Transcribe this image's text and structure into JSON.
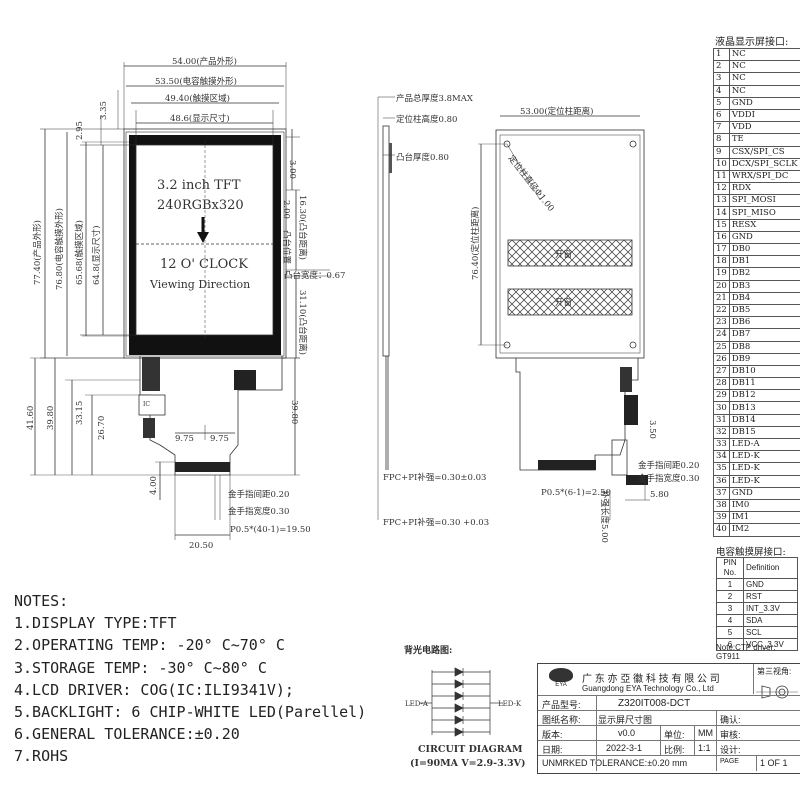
{
  "front_view": {
    "dim_width_outline": "54.00(产品外形)",
    "dim_width_touch_outline": "53.50(电容触摸外形)",
    "dim_width_touch_area": "49.40(触摸区域)",
    "dim_width_display": "48.6(显示尺寸)",
    "dim_left_335": "3.35",
    "dim_left_295": "2.95",
    "dim_height_outline": "77.40(产品外形)",
    "dim_height_touch_outline": "76.80(电容触摸外形)",
    "dim_height_touch_area": "65.68(触摸区域)",
    "dim_height_display": "64.8(显示尺寸)",
    "dim_right_300": "3.00",
    "dim_right_bump_2": "2.00",
    "dim_right_1630": "16.30(凸台距离)",
    "dim_right_bump_pos": "凸台位置",
    "dim_right_bump_width": "凸台宽度：0.67",
    "dim_right_3110": "31.10(凸台距离)",
    "panel_line1": "3.2 inch TFT",
    "panel_line2": "240RGBx320",
    "panel_line3": "12 O' CLOCK",
    "panel_line4": "Viewing Direction",
    "dim_4160": "41.60",
    "dim_3980_left": "39.80",
    "dim_3315": "33.15",
    "dim_2670": "26.70",
    "dim_975a": "9.75",
    "dim_975b": "9.75",
    "dim_3980_right": "39.80",
    "dim_400": "4.00",
    "dim_finger_pitch": "金手指间距0.20",
    "dim_finger_width": "金手指宽度0.30",
    "dim_pitch_total": "P0.5*(40-1)=19.50",
    "dim_2050": "20.50",
    "ic_label": "IC"
  },
  "side_view": {
    "total_thickness": "产品总厚度3.8MAX",
    "post_height": "定位柱高度0.80",
    "bump_thickness": "凸台厚度0.80",
    "fpc_stiff_1": "FPC+PI补强=0.30±0.03",
    "fpc_stiff_2": "FPC+PI补强=0.30 +0.03"
  },
  "back_view": {
    "dim_post_distance": "53.00(定位柱距离)",
    "dim_post_diameter": "定位柱直径Φ1.00",
    "dim_post_height": "76.40(定位柱距离)",
    "open_window_1": "开窗",
    "open_window_2": "开窗",
    "dim_350": "3.50",
    "dim_finger_pitch": "金手指间距0.20",
    "dim_finger_width": "金手指宽度0.30",
    "dim_pitch": "P0.5*(6-1)=2.50",
    "dim_580": "5.80",
    "dim_stiff_len": "补强长度5.00"
  },
  "lcd_pins": {
    "title": "液晶显示屏接口:",
    "pins": [
      {
        "n": "1",
        "name": "NC"
      },
      {
        "n": "2",
        "name": "NC"
      },
      {
        "n": "3",
        "name": "NC"
      },
      {
        "n": "4",
        "name": "NC"
      },
      {
        "n": "5",
        "name": "GND"
      },
      {
        "n": "6",
        "name": "VDDI"
      },
      {
        "n": "7",
        "name": "VDD"
      },
      {
        "n": "8",
        "name": "TE"
      },
      {
        "n": "9",
        "name": "CSX/SPI_CS"
      },
      {
        "n": "10",
        "name": "DCX/SPI_SCLK"
      },
      {
        "n": "11",
        "name": "WRX/SPI_DC"
      },
      {
        "n": "12",
        "name": "RDX"
      },
      {
        "n": "13",
        "name": "SPI_MOSI"
      },
      {
        "n": "14",
        "name": "SPI_MISO"
      },
      {
        "n": "15",
        "name": "RESX"
      },
      {
        "n": "16",
        "name": "GND"
      },
      {
        "n": "17",
        "name": "DB0"
      },
      {
        "n": "18",
        "name": "DB1"
      },
      {
        "n": "19",
        "name": "DB2"
      },
      {
        "n": "20",
        "name": "DB3"
      },
      {
        "n": "21",
        "name": "DB4"
      },
      {
        "n": "22",
        "name": "DB5"
      },
      {
        "n": "23",
        "name": "DB6"
      },
      {
        "n": "24",
        "name": "DB7"
      },
      {
        "n": "25",
        "name": "DB8"
      },
      {
        "n": "26",
        "name": "DB9"
      },
      {
        "n": "27",
        "name": "DB10"
      },
      {
        "n": "28",
        "name": "DB11"
      },
      {
        "n": "29",
        "name": "DB12"
      },
      {
        "n": "30",
        "name": "DB13"
      },
      {
        "n": "31",
        "name": "DB14"
      },
      {
        "n": "32",
        "name": "DB15"
      },
      {
        "n": "33",
        "name": "LED-A"
      },
      {
        "n": "34",
        "name": "LED-K"
      },
      {
        "n": "35",
        "name": "LED-K"
      },
      {
        "n": "36",
        "name": "LED-K"
      },
      {
        "n": "37",
        "name": "GND"
      },
      {
        "n": "38",
        "name": "IM0"
      },
      {
        "n": "39",
        "name": "IM1"
      },
      {
        "n": "40",
        "name": "IM2"
      }
    ]
  },
  "ctp_pins": {
    "title": "电容触摸屏接口:",
    "header_no": "PIN No.",
    "header_def": "Definition",
    "pins": [
      {
        "n": "1",
        "name": "GND"
      },
      {
        "n": "2",
        "name": "RST"
      },
      {
        "n": "3",
        "name": "INT_3.3V"
      },
      {
        "n": "4",
        "name": "SDA"
      },
      {
        "n": "5",
        "name": "SCL"
      },
      {
        "n": "6",
        "name": "VCC_3.3V"
      }
    ],
    "driver_note": "Note:CTP driver: GT911"
  },
  "notes": {
    "title": "NOTES:",
    "items": [
      "1.DISPLAY TYPE:TFT",
      "2.OPERATING TEMP: -20° C~70° C",
      "3.STORAGE TEMP: -30° C~80° C",
      "4.LCD DRIVER: COG(IC:ILI9341V);",
      "5.BACKLIGHT: 6 CHIP-WHITE LED(Parellel)",
      "6.GENERAL TOLERANCE:±0.20",
      "7.ROHS"
    ]
  },
  "circuit": {
    "title": "背光电路图:",
    "led_a": "LED-A",
    "led_k": "LED-K",
    "caption": "CIRCUIT DIAGRAM",
    "sub": "(I=90MA V=2.9-3.3V)"
  },
  "title_block": {
    "company_cn": "广 东 亦 亞 徽 科 技 有 限 公 司",
    "company_en": "Guangdong EYA Technology Co., Ltd",
    "logo_text": "EYA",
    "third_angle": "第三视角:",
    "label_model": "产品型号:",
    "model": "Z320IT008-DCT",
    "label_drawing": "图纸名称:",
    "drawing": "显示屏尺寸图",
    "label_version": "版本:",
    "version": "v0.0",
    "label_unit": "单位:",
    "unit": "MM",
    "label_review": "审核:",
    "label_confirm": "确认:",
    "label_date": "日期:",
    "date": "2022-3-1",
    "label_scale": "比例:",
    "scale": "1:1",
    "label_design": "设计:",
    "tolerance": "UNMRKED TOLERANCE:±0.20 mm",
    "label_sheet": "PAGE",
    "sheet": "1 OF 1"
  }
}
